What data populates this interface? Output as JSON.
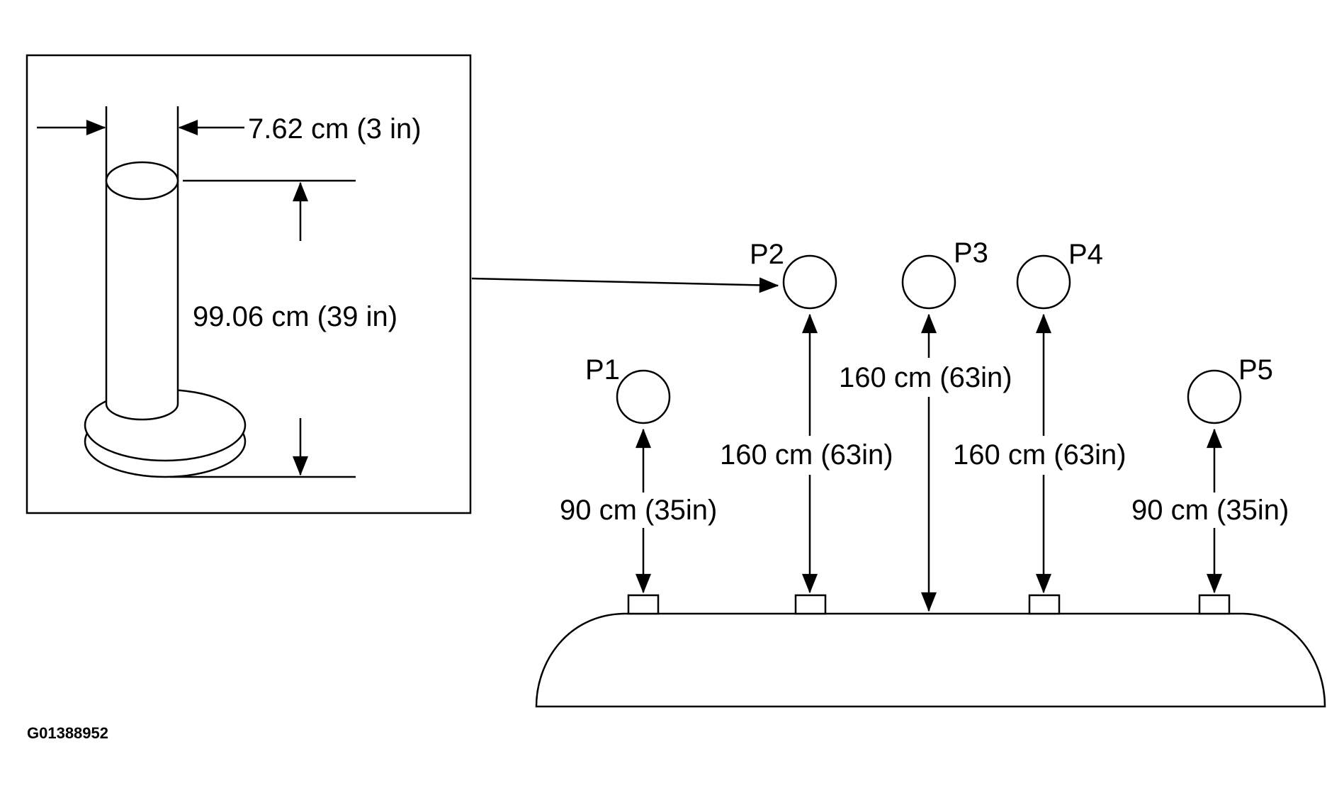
{
  "inset": {
    "diameter_label": "7.62 cm (3 in)",
    "height_label": "99.06 cm (39 in)"
  },
  "points": [
    {
      "id": "P1",
      "distance_label": "90 cm (35in)"
    },
    {
      "id": "P2",
      "distance_label": "160 cm (63in)"
    },
    {
      "id": "P3",
      "distance_label": "160 cm (63in)"
    },
    {
      "id": "P4",
      "distance_label": "160 cm (63in)"
    },
    {
      "id": "P5",
      "distance_label": "90 cm (35in)"
    }
  ],
  "figure_code": "G01388952"
}
